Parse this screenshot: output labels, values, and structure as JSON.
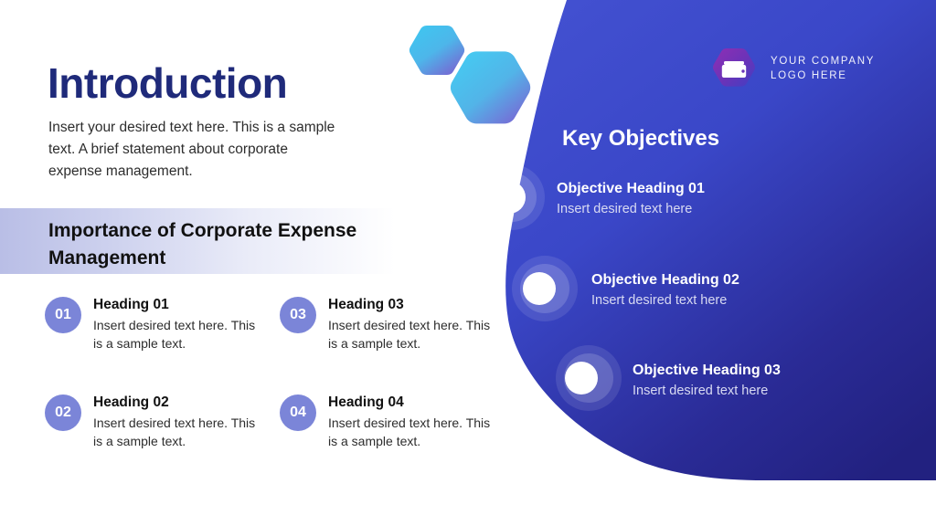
{
  "slide": {
    "title": "Introduction",
    "intro_text": "Insert your desired text here. This is a sample text. A brief statement about corporate expense management.",
    "section_heading": "Importance of Corporate Expense Management"
  },
  "logo": {
    "icon": "wallet-icon",
    "line1": "YOUR COMPANY",
    "line2": "LOGO HERE"
  },
  "items": [
    {
      "num": "01",
      "heading": "Heading 01",
      "desc": "Insert desired text here. This is a sample text."
    },
    {
      "num": "02",
      "heading": "Heading 02",
      "desc": "Insert desired text here. This is a sample text."
    },
    {
      "num": "03",
      "heading": "Heading 03",
      "desc": "Insert desired text here. This is a sample text."
    },
    {
      "num": "04",
      "heading": "Heading 04",
      "desc": "Insert desired text here. This is a sample text."
    }
  ],
  "objectives_panel": {
    "title": "Key Objectives",
    "objectives": [
      {
        "heading": "Objective Heading 01",
        "sub": "Insert desired text here"
      },
      {
        "heading": "Objective Heading 02",
        "sub": "Insert desired text here"
      },
      {
        "heading": "Objective Heading 03",
        "sub": "Insert desired text here"
      }
    ]
  },
  "colors": {
    "title_navy": "#1f2a7a",
    "panel_top": "#3a47c8",
    "panel_bottom": "#222180",
    "number_circle": "#7b85d8",
    "hex_cyan": "#3fc6f0",
    "hex_purple": "#7b5fd0",
    "logo_hex_purple": "#7b2fa8",
    "band_lavender": "#b9bee6"
  }
}
